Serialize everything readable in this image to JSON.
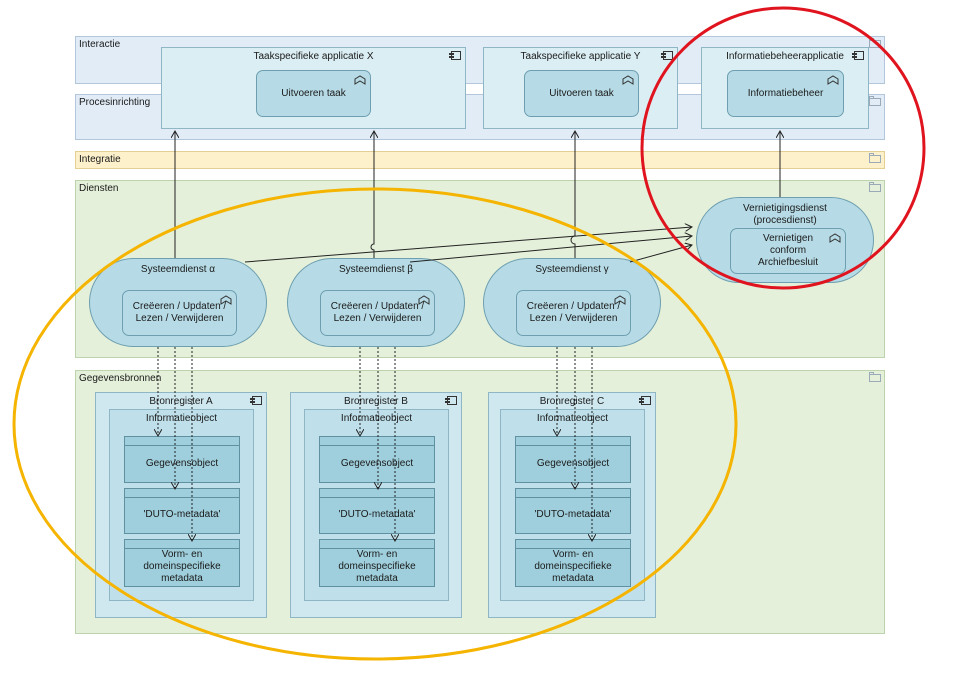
{
  "layers": {
    "interactie": "Interactie",
    "procesinrichting": "Procesinrichting",
    "integratie": "Integratie",
    "diensten": "Diensten",
    "gegevensbronnen": "Gegevensbronnen"
  },
  "applications": [
    {
      "title": "Taakspecifieke applicatie X",
      "process": "Uitvoeren taak"
    },
    {
      "title": "Taakspecifieke applicatie Y",
      "process": "Uitvoeren taak"
    },
    {
      "title": "Informatiebeheerapplicatie",
      "process": "Informatiebeheer"
    }
  ],
  "services": [
    {
      "title": "Systeemdienst α",
      "process": "Creëeren / Updaten / Lezen / Verwijderen"
    },
    {
      "title": "Systeemdienst β",
      "process": "Creëeren / Updaten / Lezen / Verwijderen"
    },
    {
      "title": "Systeemdienst γ",
      "process": "Creëeren / Updaten / Lezen / Verwijderen"
    }
  ],
  "destruction_service": {
    "title": "Vernietigingsdienst (procesdienst)",
    "process": "Vernietigen conform Archiefbesluit"
  },
  "registers": [
    {
      "title": "Bronregister A",
      "info": "Informatieobject",
      "objects": [
        "Gegevensobject",
        "'DUTO-metadata'",
        "Vorm- en domeinspecifieke metadata"
      ]
    },
    {
      "title": "Bronregister B",
      "info": "Informatieobject",
      "objects": [
        "Gegevensobject",
        "'DUTO-metadata'",
        "Vorm- en domeinspecifieke metadata"
      ]
    },
    {
      "title": "Bronregister C",
      "info": "Informatieobject",
      "objects": [
        "Gegevensobject",
        "'DUTO-metadata'",
        "Vorm- en domeinspecifieke metadata"
      ]
    }
  ],
  "highlights": {
    "yellow_ellipse": "#f5b400",
    "red_circle": "#e0141e"
  },
  "colors": {
    "layer_blue": "#e1ecf7",
    "layer_yellow": "#fdf1cc",
    "layer_green": "#e4f0da",
    "element_blue": "#b6dbe6"
  }
}
